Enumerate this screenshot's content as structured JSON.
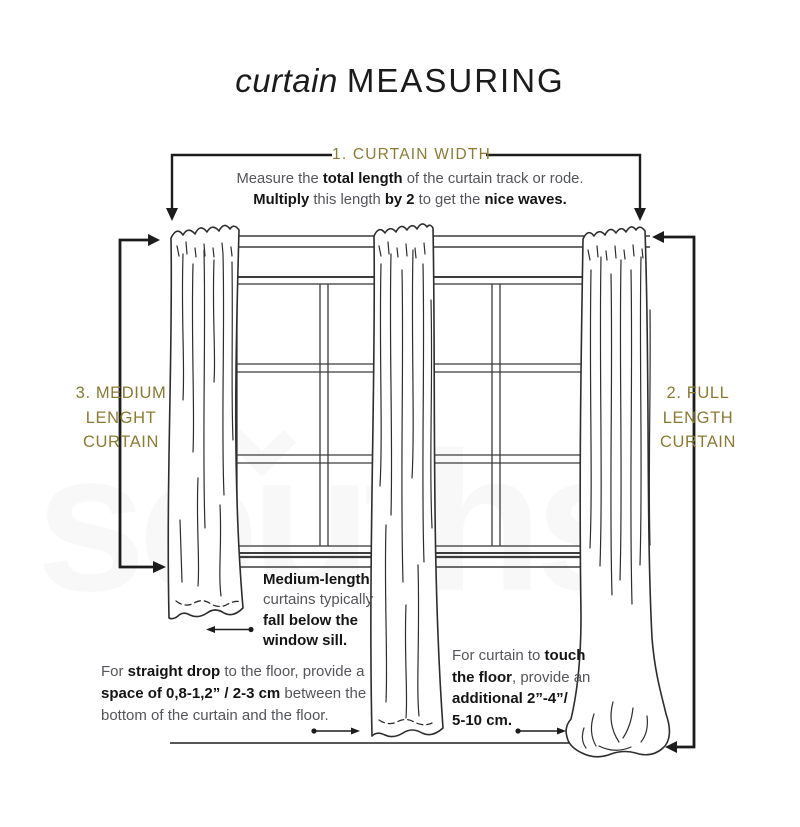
{
  "watermark": {
    "text": "souths"
  },
  "colors": {
    "gold": "#8c7a33",
    "body_text": "#54555a",
    "bold_text": "#141414",
    "line": "#1c1c1c"
  },
  "title": {
    "italic": "curtain",
    "rest": "MEASURING"
  },
  "width_section": {
    "heading": "1. CURTAIN WIDTH",
    "line1": [
      {
        "t": "Measure the "
      },
      {
        "t": "total length",
        "b": true
      },
      {
        "t": " of the curtain track or rode."
      }
    ],
    "line2": [
      {
        "t": "Multiply",
        "b": true
      },
      {
        "t": " this length "
      },
      {
        "t": "by 2",
        "b": true
      },
      {
        "t": " to get the "
      },
      {
        "t": "nice waves.",
        "b": true
      }
    ]
  },
  "medium_label": {
    "lines": [
      "3. MEDIUM",
      "LENGHT",
      "CURTAIN"
    ]
  },
  "full_label": {
    "lines": [
      "2. FULL",
      "LENGTH",
      "CURTAIN"
    ]
  },
  "medium_note": {
    "line1": [
      {
        "t": "Medium-length",
        "b": true
      }
    ],
    "line2": [
      {
        "t": "curtains typically"
      }
    ],
    "line3": [
      {
        "t": "fall below the",
        "b": true
      }
    ],
    "line4": [
      {
        "t": "window sill.",
        "b": true
      }
    ]
  },
  "straight_drop_note": {
    "line1": [
      {
        "t": "For "
      },
      {
        "t": "straight drop",
        "b": true
      },
      {
        "t": " to the floor, provide a"
      }
    ],
    "line2": [
      {
        "t": "space of 0,8-1,2” / 2-3 cm",
        "b": true
      },
      {
        "t": " between the"
      }
    ],
    "line3": [
      {
        "t": "bottom of the curtain and the floor."
      }
    ]
  },
  "touch_floor_note": {
    "line1": [
      {
        "t": "For curtain to "
      },
      {
        "t": "touch",
        "b": true
      }
    ],
    "line2": [
      {
        "t": "the floor",
        "b": true
      },
      {
        "t": ", provide an"
      }
    ],
    "line3": [
      {
        "t": "additional 2”-4”/",
        "b": true
      }
    ],
    "line4": [
      {
        "t": "5-10 cm.",
        "b": true
      }
    ]
  }
}
